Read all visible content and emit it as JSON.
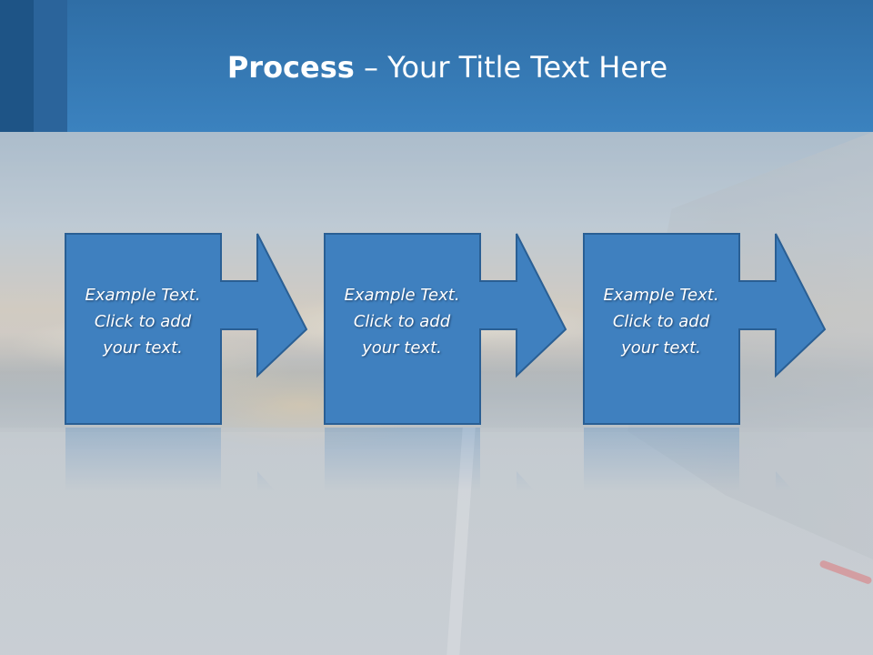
{
  "slide": {
    "title_bold": "Process",
    "title_rest": " – Your Title Text Here",
    "steps": [
      {
        "lines": [
          "Example Text.",
          "Click  to add",
          "your text."
        ]
      },
      {
        "lines": [
          "Example Text.",
          "Click  to add",
          "your text."
        ]
      },
      {
        "lines": [
          "Example Text.",
          "Click  to add",
          "your text."
        ]
      }
    ]
  },
  "colors": {
    "header": "#3b82bf",
    "header_dark": "#1e5486",
    "shape_fill": "#3f80bf",
    "shape_stroke": "#2a5f94",
    "text": "#ffffff"
  }
}
